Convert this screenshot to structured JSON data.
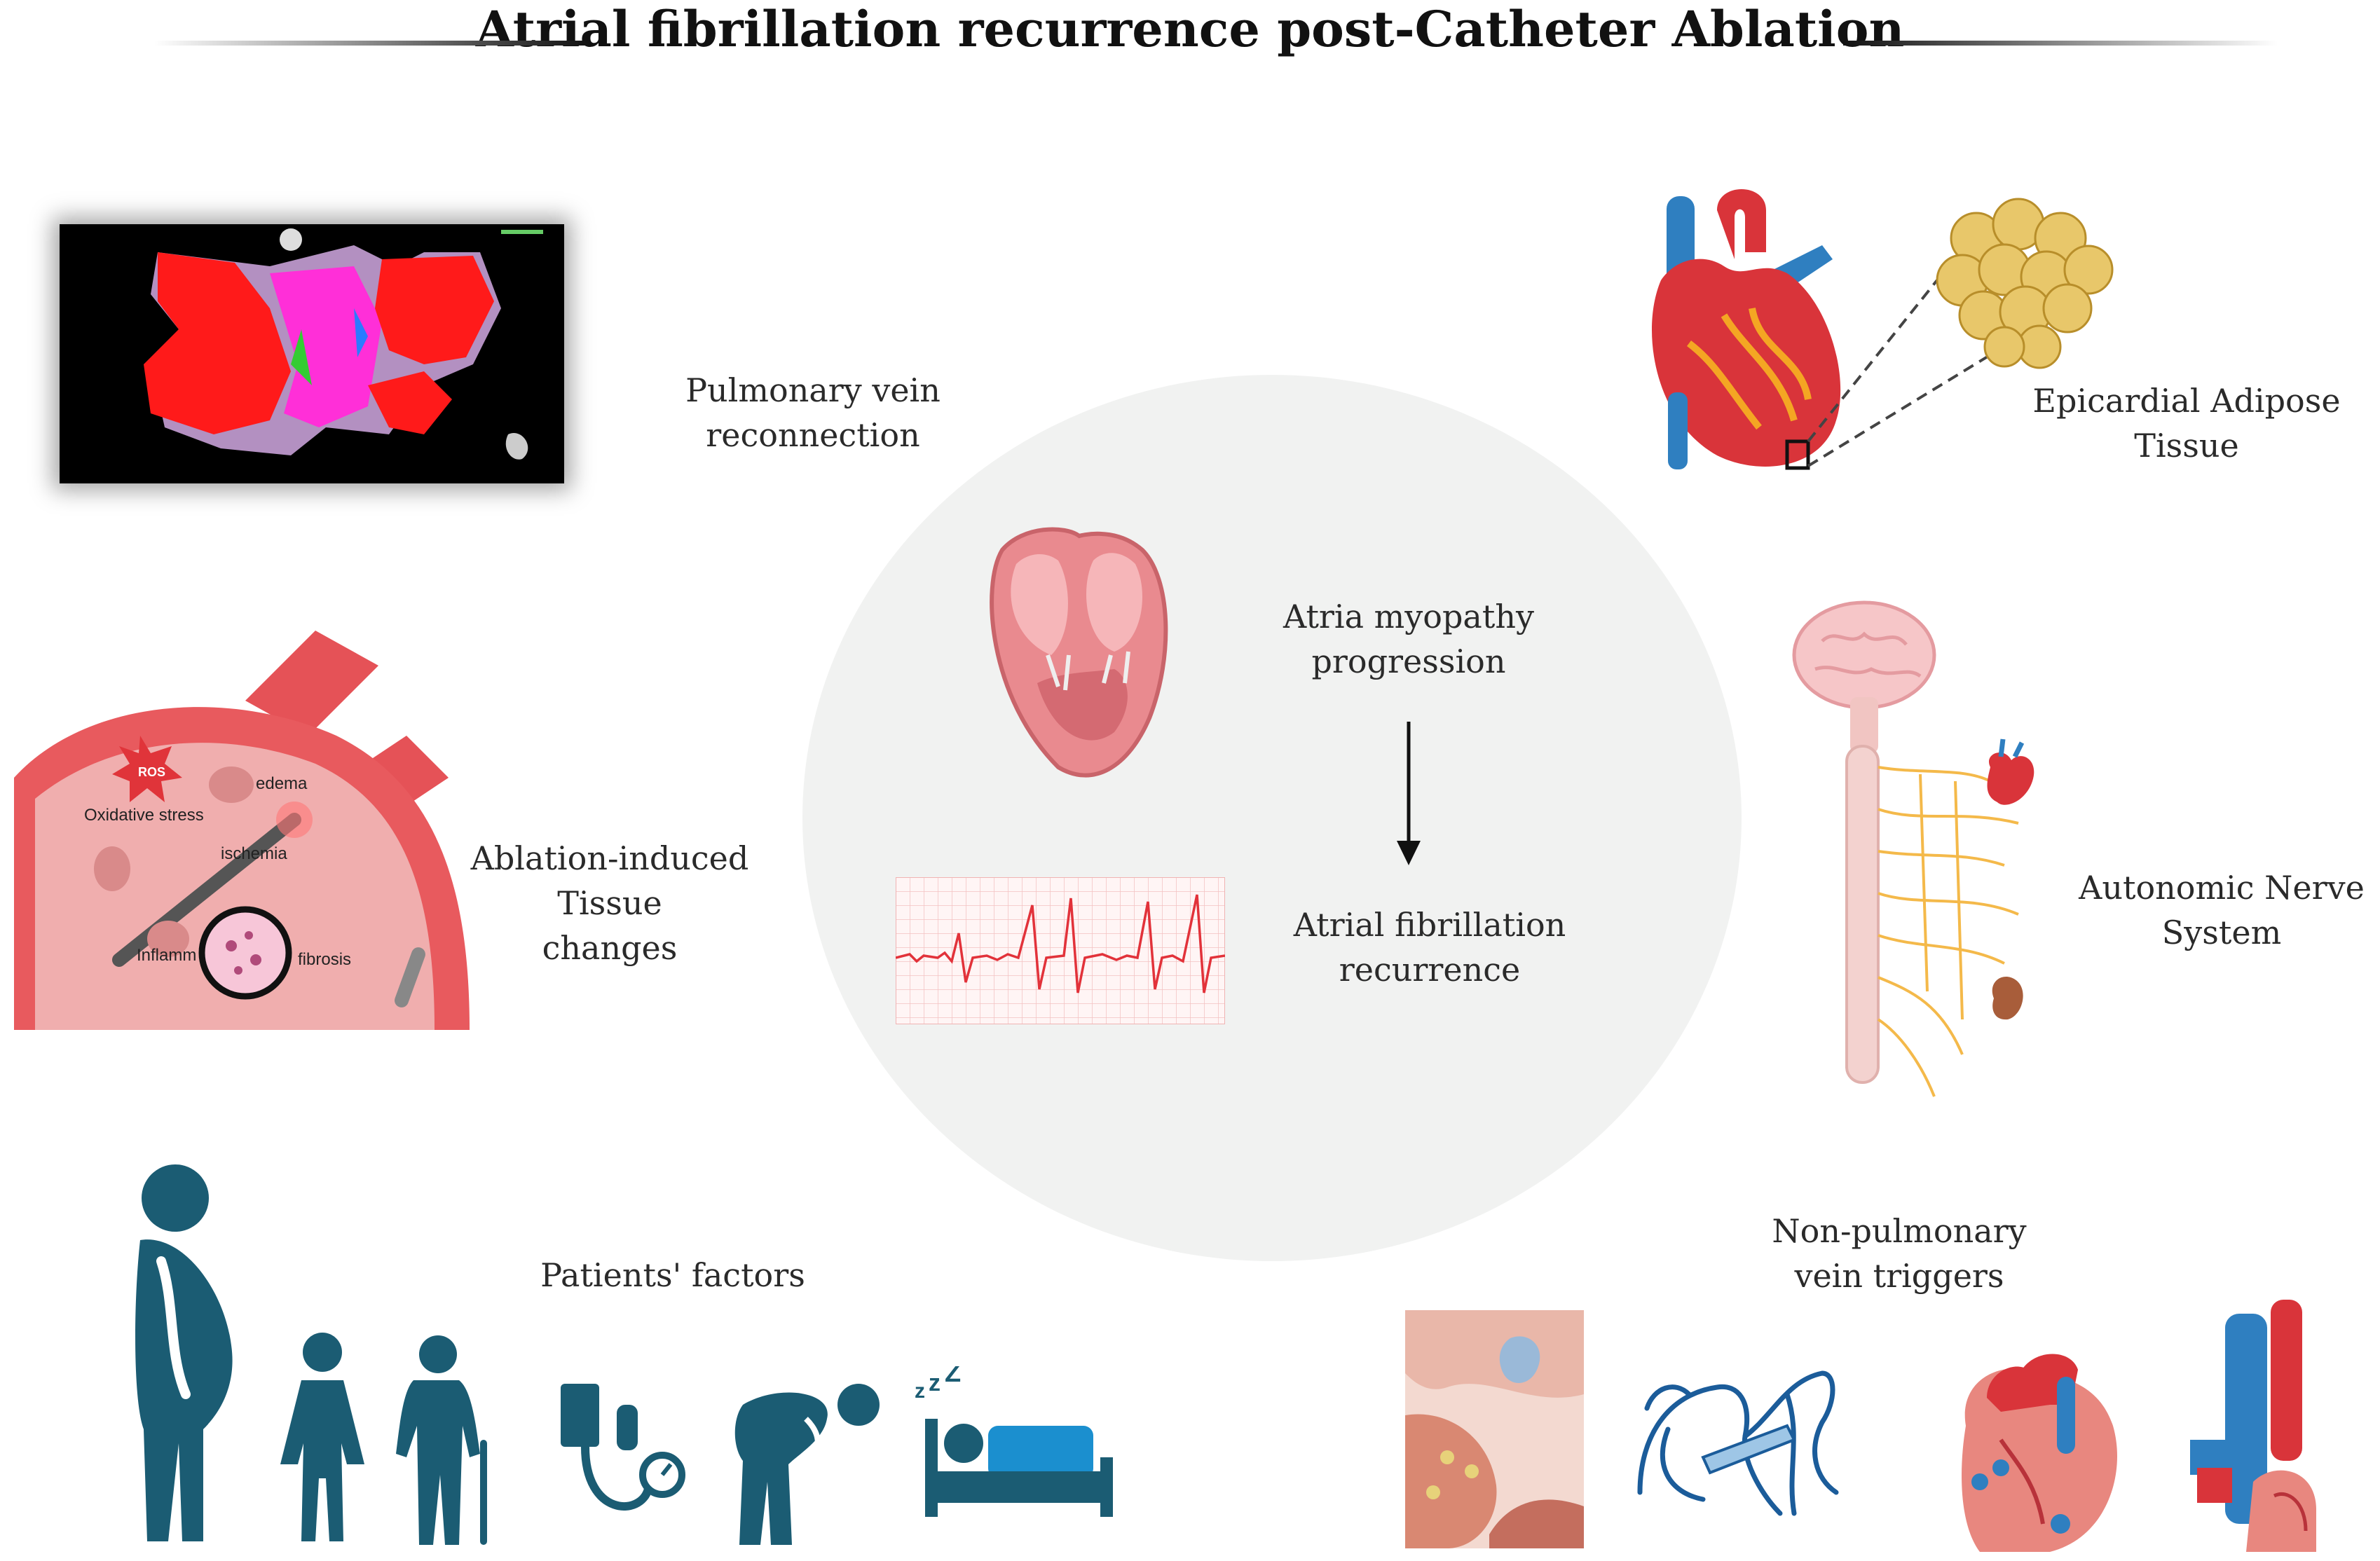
{
  "title": "Atrial fibrillation recurrence post-Catheter Ablation",
  "center": {
    "top_label": [
      "Atria myopathy",
      "progression"
    ],
    "bottom_label": [
      "Atrial fibrillation",
      "recurrence"
    ]
  },
  "factors": {
    "pv_reconnection": [
      "Pulmonary vein",
      "reconnection"
    ],
    "epicardial_adipose": [
      "Epicardial Adipose",
      "Tissue"
    ],
    "ablation_tissue": [
      "Ablation-induced",
      "Tissue",
      "changes"
    ],
    "autonomic": [
      "Autonomic Nerve",
      "System"
    ],
    "patients": [
      "Patients' factors"
    ],
    "non_pv_triggers": [
      "Non-pulmonary",
      "vein triggers"
    ]
  },
  "tissue_inset_labels": {
    "oxidative": "Oxidative stress",
    "edema": "edema",
    "ischemia": "ischemia",
    "inflammation": "Inflamm",
    "fibrosis": "fibrosis",
    "ros": "ROS"
  },
  "colors": {
    "patient_icons": "#1b5c73",
    "circle_bg": "#f1f2f1",
    "heart_red": "#d9343a",
    "vein_blue": "#2f7fc0"
  }
}
